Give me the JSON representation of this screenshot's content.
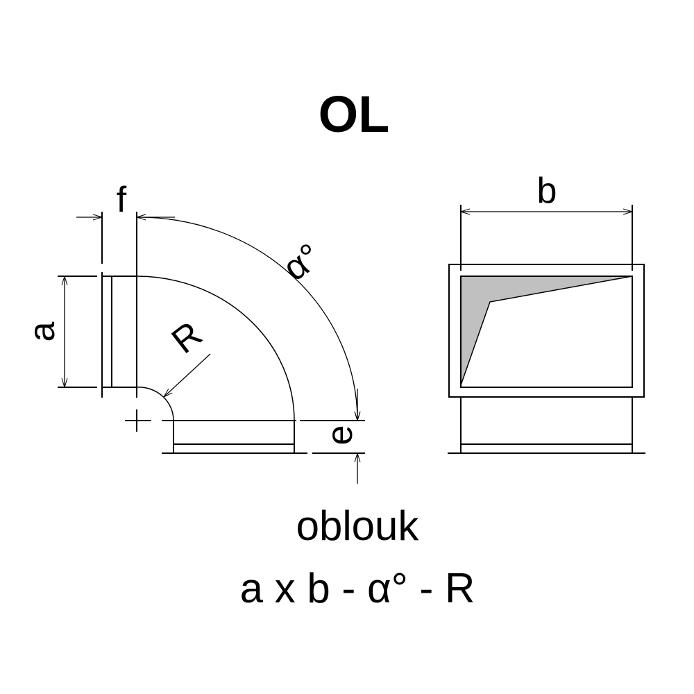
{
  "title": "OL",
  "labels": {
    "f": "f",
    "a": "a",
    "R": "R",
    "alpha": "α°",
    "e": "e",
    "b": "b"
  },
  "caption": {
    "name": "oblouk",
    "formula": "a x b - α° - R"
  },
  "colors": {
    "line": "#000000",
    "fill": "#c0c0c0"
  }
}
